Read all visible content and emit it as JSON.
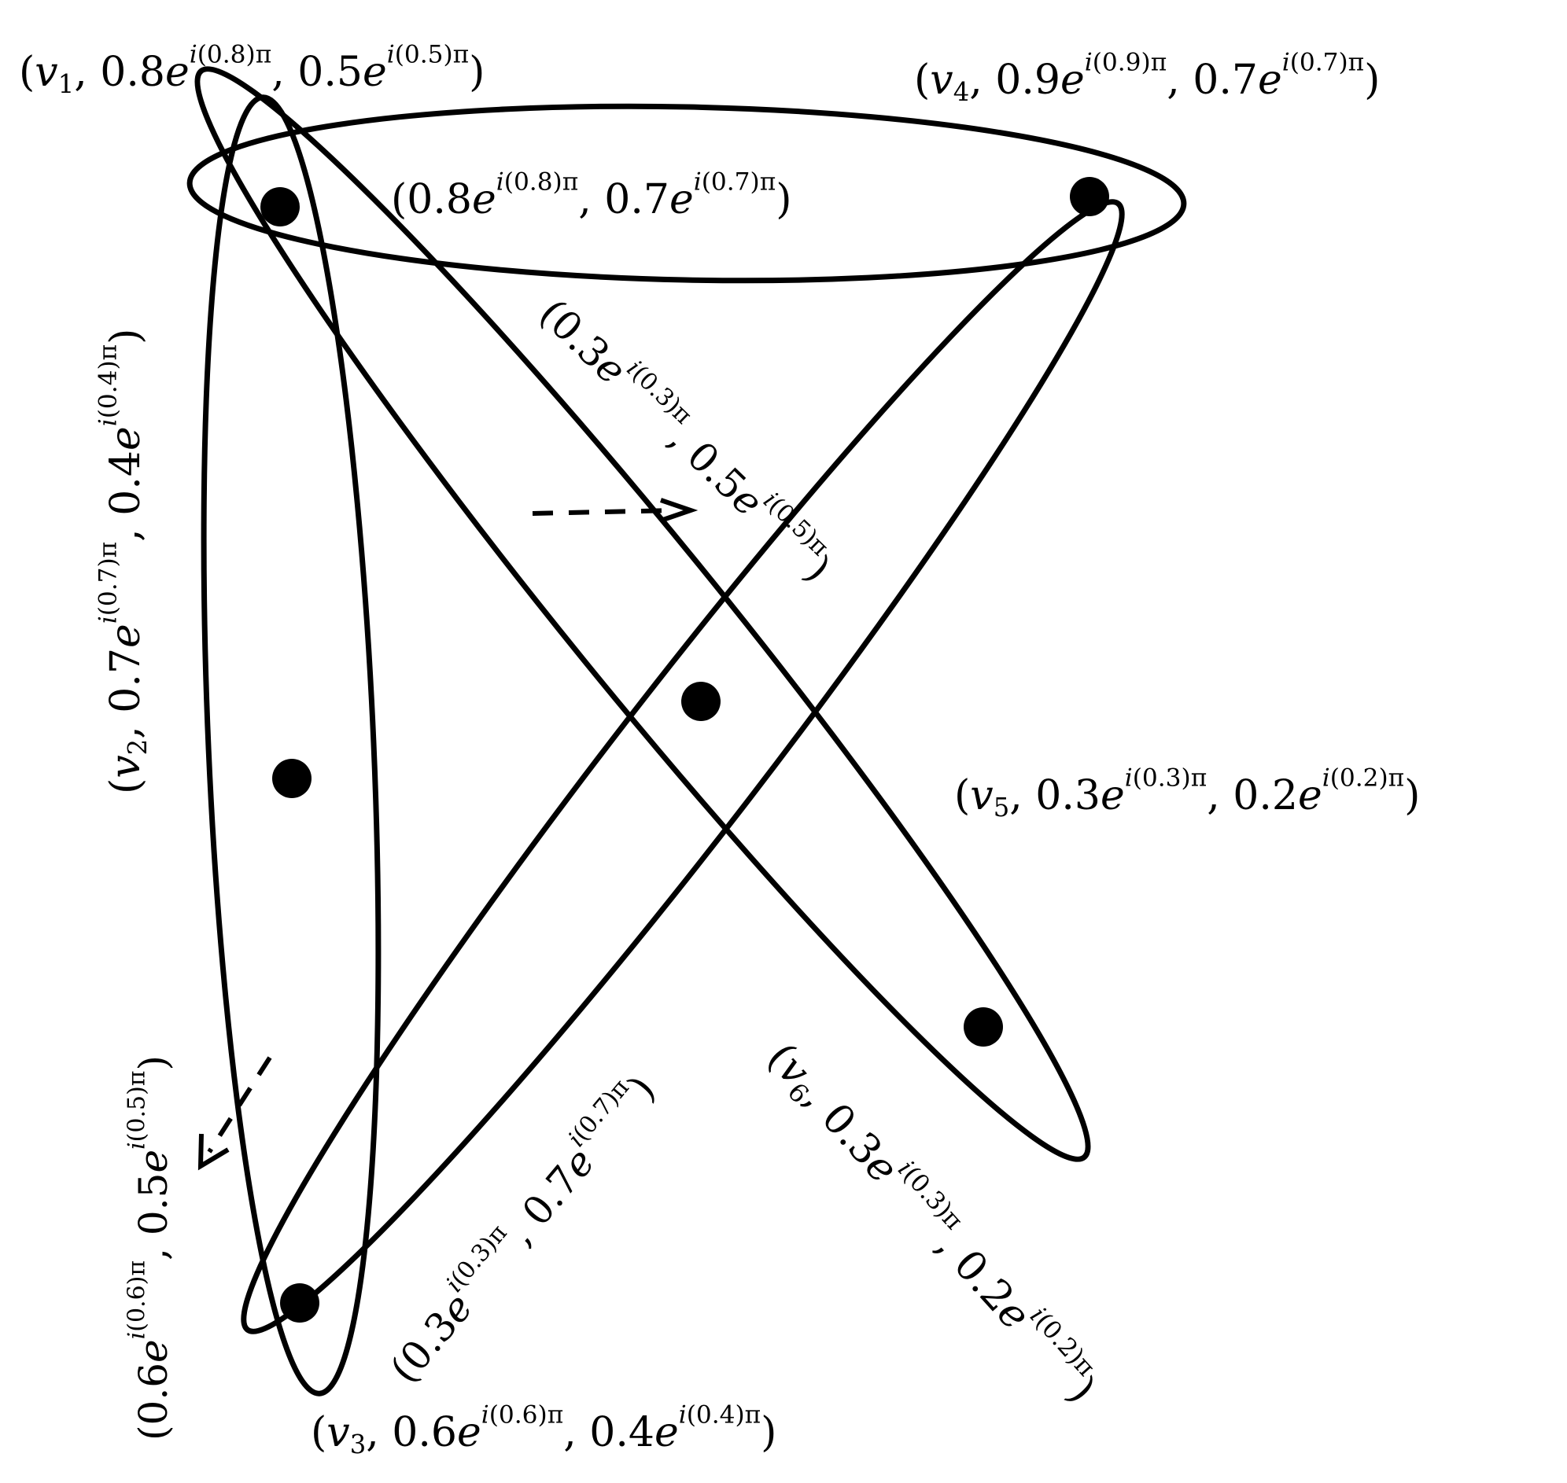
{
  "vertices": [
    {
      "id": "v1",
      "label": "(v1, 0.8e^{i(0.8)π}, 0.5e^{i(0.5)π})",
      "name": "v",
      "sub": "1",
      "mag1": "0.8",
      "ph1": "0.8",
      "mag2": "0.5",
      "ph2": "0.5"
    },
    {
      "id": "v2",
      "label": "(v2, 0.7e^{i(0.7)π}, 0.4e^{i(0.4)π})",
      "name": "v",
      "sub": "2",
      "mag1": "0.7",
      "ph1": "0.7",
      "mag2": "0.4",
      "ph2": "0.4"
    },
    {
      "id": "v3",
      "label": "(v3, 0.6e^{i(0.6)π}, 0.4e^{i(0.4)π})",
      "name": "v",
      "sub": "3",
      "mag1": "0.6",
      "ph1": "0.6",
      "mag2": "0.4",
      "ph2": "0.4"
    },
    {
      "id": "v4",
      "label": "(v4, 0.9e^{i(0.9)π}, 0.7e^{i(0.7)π})",
      "name": "v",
      "sub": "4",
      "mag1": "0.9",
      "ph1": "0.9",
      "mag2": "0.7",
      "ph2": "0.7"
    },
    {
      "id": "v5",
      "label": "(v5, 0.3e^{i(0.3)π}, 0.2e^{i(0.2)π})",
      "name": "v",
      "sub": "5",
      "mag1": "0.3",
      "ph1": "0.3",
      "mag2": "0.2",
      "ph2": "0.2"
    },
    {
      "id": "v6",
      "label": "(v6, 0.3e^{i(0.3)π}, 0.2e^{i(0.2)π})",
      "name": "v",
      "sub": "6",
      "mag1": "0.3",
      "ph1": "0.3",
      "mag2": "0.2",
      "ph2": "0.2"
    }
  ],
  "edges": [
    {
      "id": "e-top",
      "label": "(0.8e^{i(0.8)π}, 0.7e^{i(0.7)π})",
      "mag1": "0.8",
      "ph1": "0.8",
      "mag2": "0.7",
      "ph2": "0.7"
    },
    {
      "id": "e-diag-down",
      "label": "(0.3e^{i(0.3)π}, 0.5e^{i(0.5)π})",
      "mag1": "0.3",
      "ph1": "0.3",
      "mag2": "0.5",
      "ph2": "0.5"
    },
    {
      "id": "e-left",
      "label": "(0.6e^{i(0.6)π}, 0.5e^{i(0.5)π})",
      "mag1": "0.6",
      "ph1": "0.6",
      "mag2": "0.5",
      "ph2": "0.5"
    },
    {
      "id": "e-diag-up",
      "label": "(0.3e^{i(0.3)π}, 0.7e^{i(0.7)π})",
      "mag1": "0.3",
      "ph1": "0.3",
      "mag2": "0.7",
      "ph2": "0.7"
    }
  ],
  "symbols": {
    "e": "e",
    "i": "i",
    "pi": "π",
    "open": "(",
    "close": ")",
    "comma": ", "
  }
}
